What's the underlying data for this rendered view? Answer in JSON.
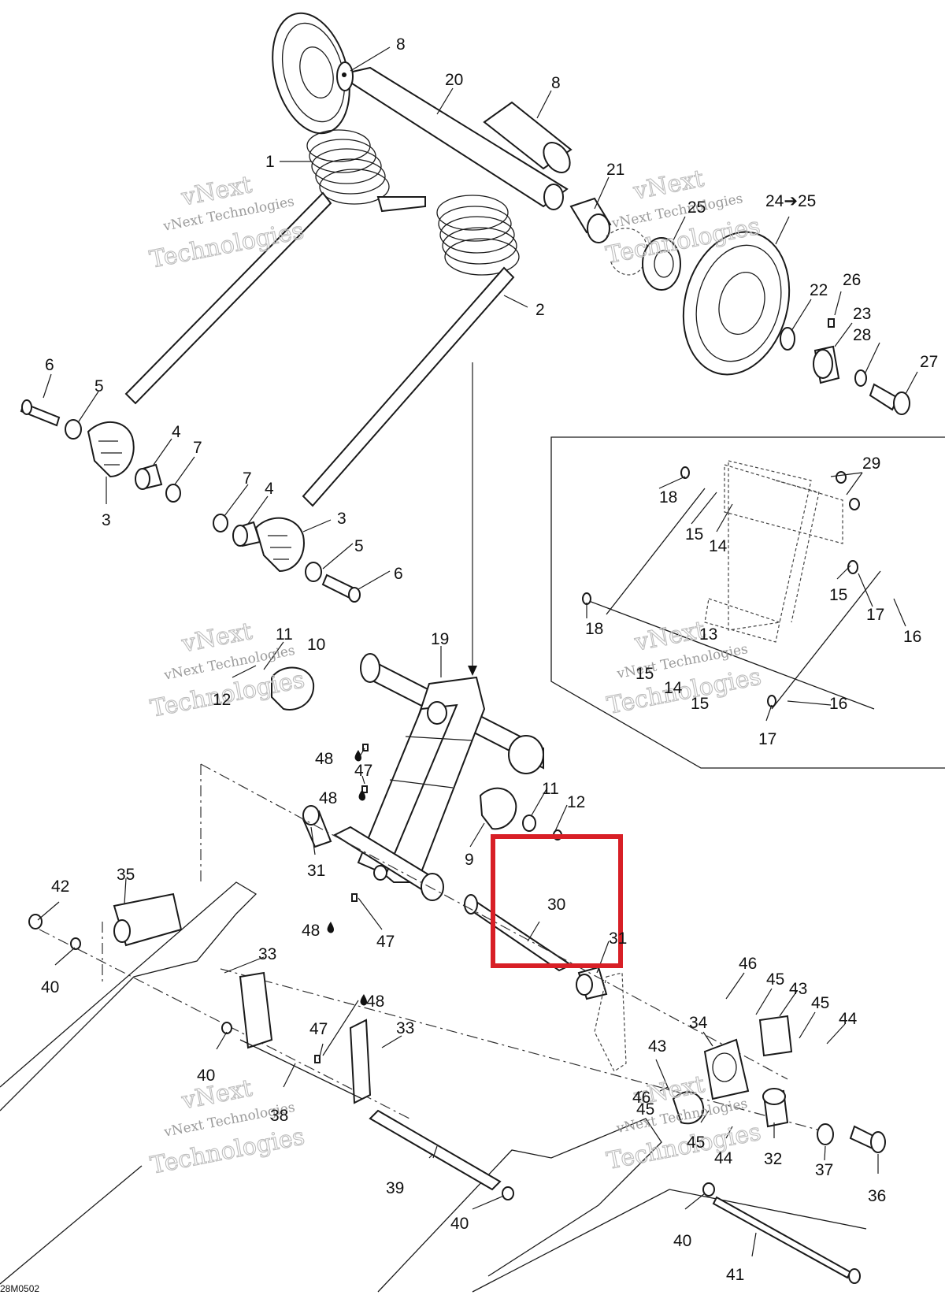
{
  "diagram": {
    "reference_code": "28M0502",
    "watermark": {
      "line1": "vNext Technologies",
      "line2": "Technologies",
      "stamp": "vNext"
    },
    "callouts": {
      "c1": "1",
      "c2": "2",
      "c3a": "3",
      "c3b": "3",
      "c4a": "4",
      "c4b": "4",
      "c5a": "5",
      "c5b": "5",
      "c6a": "6",
      "c6b": "6",
      "c7a": "7",
      "c7b": "7",
      "c8a": "8",
      "c8b": "8",
      "c9": "9",
      "c10": "10",
      "c11a": "11",
      "c11b": "11",
      "c12a": "12",
      "c12b": "12",
      "c13": "13",
      "c14a": "14",
      "c14b": "14",
      "c15a": "15",
      "c15b": "15",
      "c15c": "15",
      "c15d": "15",
      "c16a": "16",
      "c16b": "16",
      "c17a": "17",
      "c17b": "17",
      "c18a": "18",
      "c18b": "18",
      "c19": "19",
      "c20": "20",
      "c21": "21",
      "c22": "22",
      "c23": "23",
      "c2425": "24➔25",
      "c25": "25",
      "c26": "26",
      "c27": "27",
      "c28": "28",
      "c29": "29",
      "c30": "30",
      "c31a": "31",
      "c31b": "31",
      "c32": "32",
      "c33a": "33",
      "c33b": "33",
      "c34": "34",
      "c35": "35",
      "c36": "36",
      "c37": "37",
      "c38": "38",
      "c39": "39",
      "c40a": "40",
      "c40b": "40",
      "c40c": "40",
      "c40d": "40",
      "c41": "41",
      "c42": "42",
      "c43a": "43",
      "c43b": "43",
      "c44a": "44",
      "c44b": "44",
      "c45a": "45",
      "c45b": "45",
      "c45c": "45",
      "c45d": "45",
      "c46a": "46",
      "c46b": "46",
      "c47a": "47",
      "c47b": "47",
      "c47c": "47",
      "c48a": "48",
      "c48b": "48",
      "c48c": "48",
      "c48d": "48"
    },
    "highlight": {
      "part": "30",
      "color": "#d81f26"
    },
    "colors": {
      "line": "#1a1a1a",
      "watermark": "#b0b0b0"
    }
  }
}
